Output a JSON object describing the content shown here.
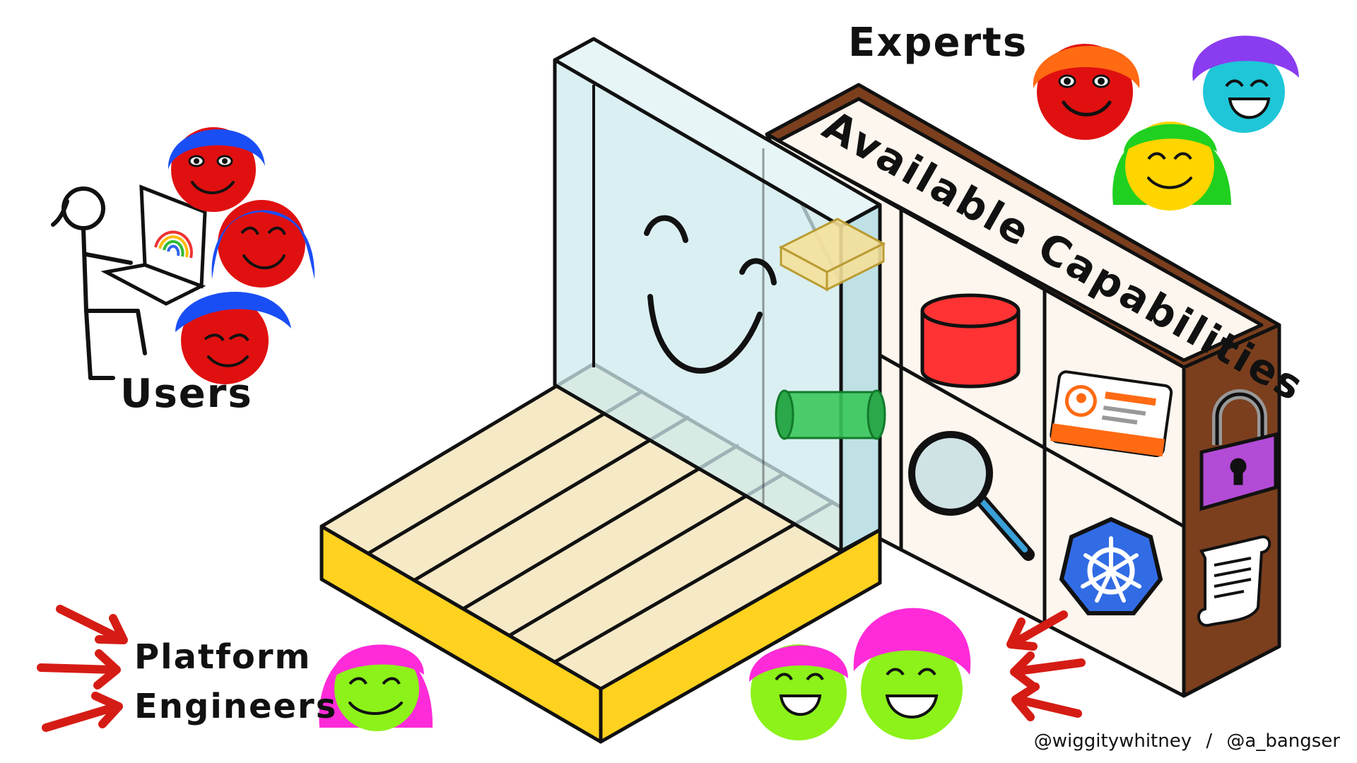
{
  "labels": {
    "users": "Users",
    "experts": "Experts",
    "platform_engineers_line1": "Platform",
    "platform_engineers_line2": "Engineers",
    "available_capabilities": "Available Capabilities"
  },
  "credits": {
    "author_1": "@wiggitywhitney",
    "separator": "/",
    "author_2": "@a_bangser"
  },
  "capabilities": [
    {
      "icon": "red-database-icon"
    },
    {
      "icon": "id-card-icon"
    },
    {
      "icon": "magnifying-glass-icon"
    },
    {
      "icon": "kubernetes-helm-icon"
    },
    {
      "icon": "padlock-icon"
    },
    {
      "icon": "scroll-icon"
    },
    {
      "icon": "yellow-tray-icon"
    },
    {
      "icon": "green-pipe-icon"
    }
  ],
  "colors": {
    "shelf_brown": "#7b3f1e",
    "shelf_face": "#fdf6ee",
    "platform_top": "#f6e9c6",
    "platform_side": "#ffd21f",
    "glass": "#cde9ee",
    "arrow_red": "#d51c14",
    "pe_face": "#8cf21a",
    "pe_hair": "#ff2bd8"
  }
}
